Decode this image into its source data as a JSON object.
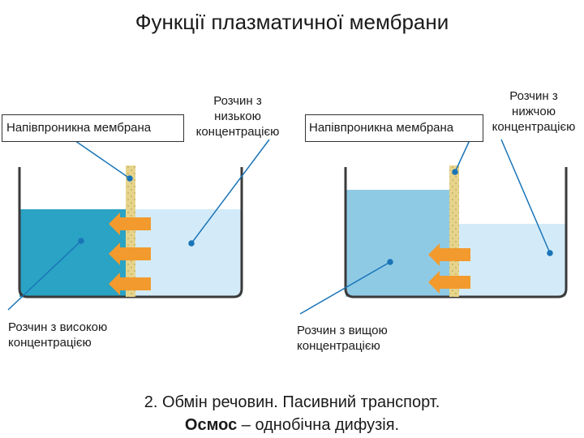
{
  "title": "Функції плазматичної мембрани",
  "left_panel": {
    "membrane_label": "Напівпроникна мембрана",
    "low_label": [
      "Розчин з",
      "низькою",
      "концентрацією"
    ],
    "high_label": [
      "Розчин з високою",
      "концентрацією"
    ]
  },
  "right_panel": {
    "membrane_label": "Напівпроникна мембрана",
    "low_label": [
      "Розчин з",
      "нижчою",
      "концентрацією"
    ],
    "high_label": [
      "Розчин з вищою",
      "концентрацією"
    ]
  },
  "caption": {
    "line1": "2. Обмін речовин. Пасивний транспорт.",
    "term": "Осмос",
    "rest": " – однобічна дифузія."
  },
  "colors": {
    "dark_water": "#2aa3c4",
    "light_water": "#cfe9f7",
    "membrane": "#e2cf85",
    "arrow": "#f29a2e",
    "line": "#1a75b8"
  }
}
